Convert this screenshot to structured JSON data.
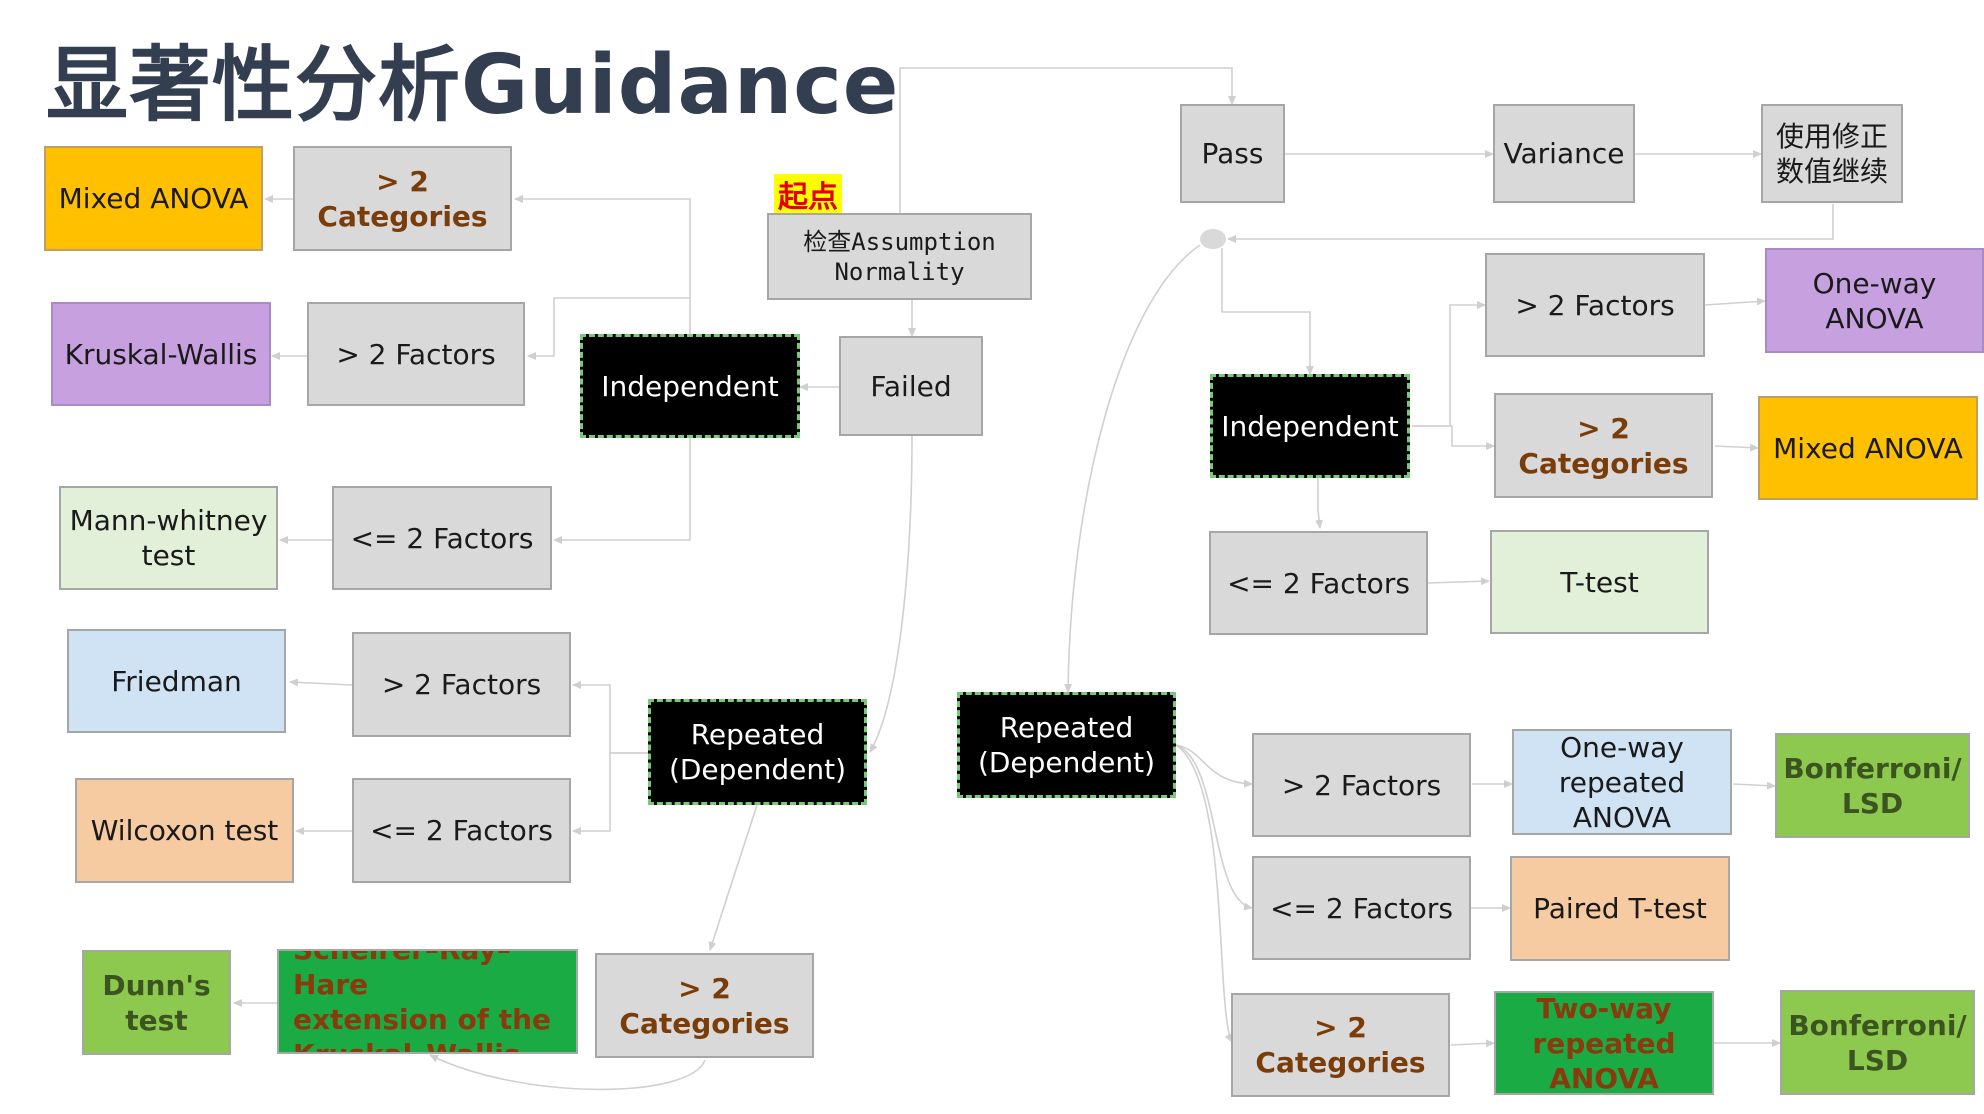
{
  "title": "显著性分析Guidance",
  "start_label": "起点",
  "nodes": {
    "check": "检查Assumption\nNormality",
    "pass": "Pass",
    "variance": "Variance",
    "continue": "使用修正\n数值继续",
    "failed": "Failed",
    "l_independent": "Independent",
    "l_gt2cat_top": "> 2\nCategories",
    "l_mixed_anova": "Mixed ANOVA",
    "l_gt2factors_indep": "> 2 Factors",
    "l_kruskal": "Kruskal-Wallis",
    "l_le2factors_indep": "<= 2 Factors",
    "l_mann": "Mann-whitney\ntest",
    "l_repeated": "Repeated\n(Dependent)",
    "l_gt2factors_rep": "> 2 Factors",
    "l_friedman": "Friedman",
    "l_le2factors_rep": "<= 2 Factors",
    "l_wilcoxon": "Wilcoxon test",
    "l_gt2cat_bottom": "> 2\nCategories",
    "l_scheirer": "Scheirer–Ray–Hare\nextension of the\nKruskal–Wallis",
    "l_dunns": "Dunn's\ntest",
    "r_independent": "Independent",
    "r_gt2factors_indep": "> 2 Factors",
    "r_oneway": "One-way\nANOVA",
    "r_gt2cat_indep": "> 2\nCategories",
    "r_mixed_anova": "Mixed ANOVA",
    "r_le2factors_indep": "<= 2 Factors",
    "r_ttest": "T-test",
    "r_repeated": "Repeated\n(Dependent)",
    "r_gt2factors_rep": "> 2 Factors",
    "r_oneway_rep": "One-way\nrepeated\nANOVA",
    "r_bonf1": "Bonferroni/\nLSD",
    "r_le2factors_rep": "<= 2 Factors",
    "r_paired": "Paired T-test",
    "r_gt2cat_rep": "> 2\nCategories",
    "r_twoway_rep": "Two-way\nrepeated\nANOVA",
    "r_bonf2": "Bonferroni/\nLSD"
  },
  "colors": {
    "title": "#333f50",
    "node_gray": "#d9d9d9",
    "decision_black": "#000000",
    "mixed_anova": "#ffc000",
    "nonparam_purple": "#c7a0e0",
    "light_green": "#e2efd9",
    "light_blue": "#cfe3f5",
    "peach": "#f6cba2",
    "green": "#8cc94e",
    "dark_green": "#1aab45",
    "start_highlight": "#ffff00",
    "start_text": "#e00000",
    "edge": "#d0d0d0"
  }
}
